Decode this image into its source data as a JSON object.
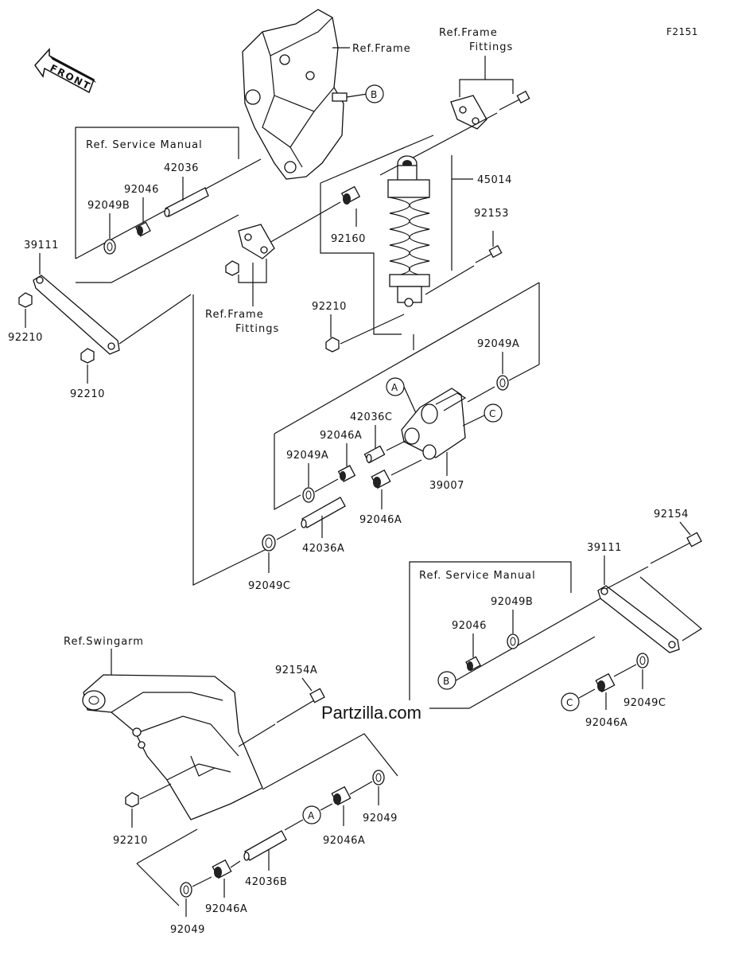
{
  "diagram_code": "F2151",
  "front_label": "FRONT",
  "refs": {
    "frame": "Ref.Frame",
    "frame_fittings_top_1": "Ref.Frame",
    "frame_fittings_top_2": "Fittings",
    "frame_fittings_mid_1": "Ref.Frame",
    "frame_fittings_mid_2": "Fittings",
    "service_manual_left": "Ref. Service Manual",
    "service_manual_right": "Ref. Service Manual",
    "swingarm": "Ref.Swingarm"
  },
  "callouts": {
    "b_top": "B",
    "a_mid": "A",
    "c_mid": "C",
    "b_right": "B",
    "c_right": "C",
    "a_bottom": "A"
  },
  "parts": {
    "p45014": "45014",
    "p92153": "92153",
    "p42036": "42036",
    "p92046_left": "92046",
    "p92049B_left": "92049B",
    "p39111_left": "39111",
    "p92210_left_top": "92210",
    "p92210_left_bottom": "92210",
    "p92160": "92160",
    "p92210_mid": "92210",
    "p92049A_right": "92049A",
    "p42036C": "42036C",
    "p92046A_mid_top": "92046A",
    "p92049A_left": "92049A",
    "p39007": "39007",
    "p92046A_mid_bottom": "92046A",
    "p42036A": "42036A",
    "p92049C_mid": "92049C",
    "p92154": "92154",
    "p39111_right": "39111",
    "p92049B_right": "92049B",
    "p92046_right": "92046",
    "p92049C_right": "92049C",
    "p92046A_right": "92046A",
    "p92154A": "92154A",
    "p92210_bottom": "92210",
    "p92049_bottom_right": "92049",
    "p92046A_bottom_right": "92046A",
    "p42036B": "42036B",
    "p92046A_bottom_left": "92046A",
    "p92049_bottom_left": "92049"
  },
  "watermark": "Partzilla.com"
}
